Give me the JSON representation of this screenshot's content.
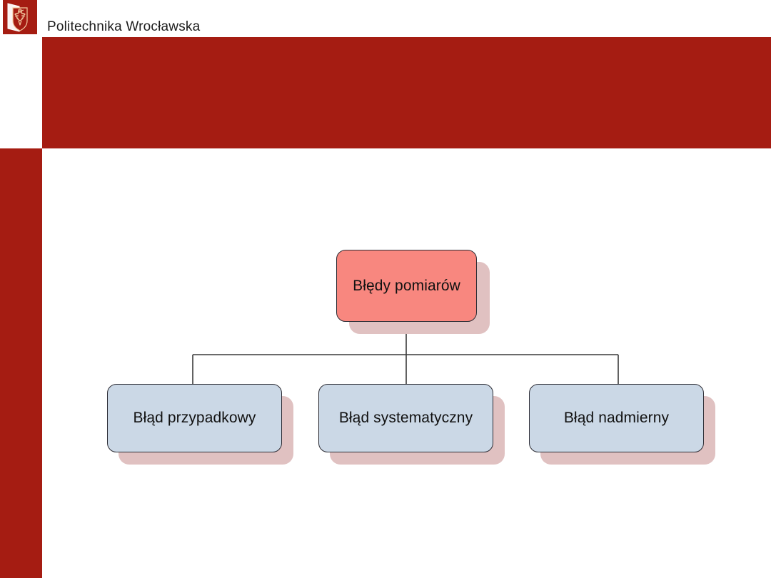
{
  "branding": {
    "university_name": "Politechnika Wrocławska",
    "crest_icon": "university-crest-eagle-icon",
    "brand_color": "#A51C12"
  },
  "banner": {
    "color": "#A51C12",
    "title": ""
  },
  "diagram": {
    "type": "tree",
    "root": {
      "label": "Błędy pomiarów",
      "fill": "#F8877F",
      "border": "#2D2D35",
      "shadow": "#E0C1C1"
    },
    "children": [
      {
        "label": "Błąd przypadkowy",
        "fill": "#CBD8E6",
        "border": "#2D2D35",
        "shadow": "#E0C1C1"
      },
      {
        "label": "Błąd systematyczny",
        "fill": "#CBD8E6",
        "border": "#2D2D35",
        "shadow": "#E0C1C1"
      },
      {
        "label": "Błąd nadmierny",
        "fill": "#CBD8E6",
        "border": "#2D2D35",
        "shadow": "#E0C1C1"
      }
    ],
    "connector_color": "#3A3A3A"
  }
}
